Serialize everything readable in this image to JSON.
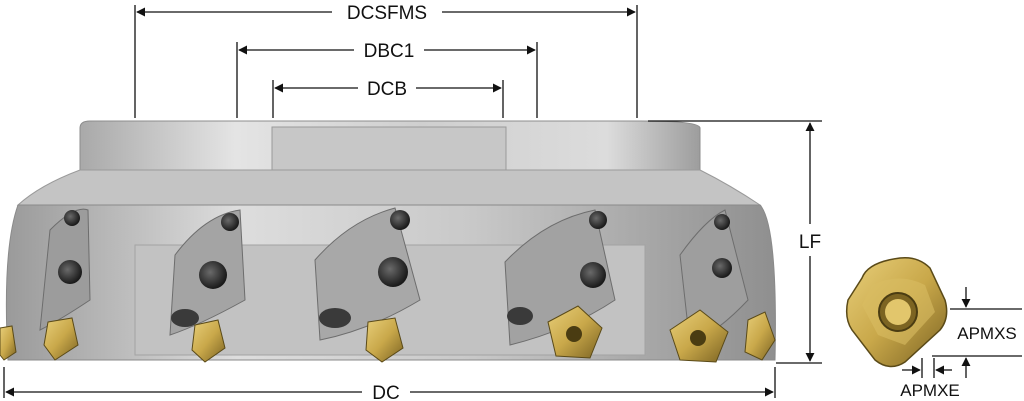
{
  "dimensions": {
    "dcsfms": "DCSFMS",
    "dbc1": "DBC1",
    "dcb": "DCB",
    "lf": "LF",
    "dc": "DC",
    "apmxs": "APMXS",
    "apmxe": "APMXE"
  },
  "colors": {
    "body_light": "#d8d8d8",
    "body_mid": "#b8b8b8",
    "body_dark": "#8a8a8a",
    "insert_gold": "#c9a84a",
    "insert_dark": "#6e5a1e",
    "line": "#111111"
  }
}
